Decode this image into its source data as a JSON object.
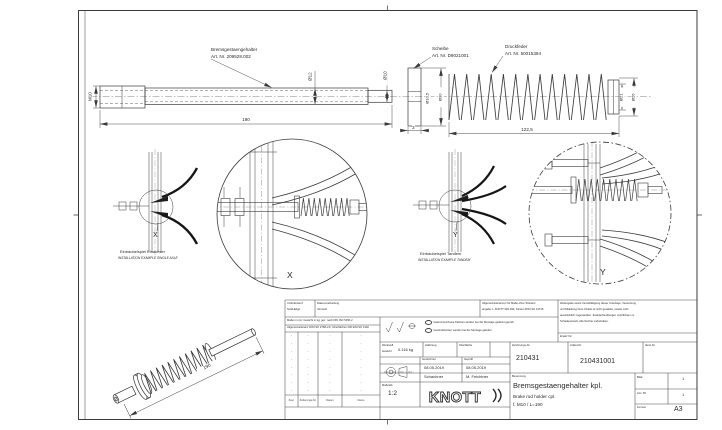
{
  "callouts": {
    "rod_name": "Bremsgestaengehalter",
    "rod_art": "Art. Nr. 209528.002",
    "washer_name": "Scheibe",
    "washer_art": "Art. Nr. D9021001",
    "spring_name": "Druckfeder",
    "spring_art": "Art. Nr. 50015394"
  },
  "dims": {
    "thread": "M10",
    "rod_dia": "Ø12",
    "rod_len": "190",
    "tip_dia": "Ø10",
    "washer_id": "Ø10,5",
    "washer_od": "Ø30",
    "washer_thk": "3",
    "spring_id": "Ø21",
    "spring_od": "Ø26",
    "spring_len": "122,5",
    "iso_len": "190"
  },
  "details": {
    "x": "X",
    "y": "Y",
    "single_de": "Einbaubeispiel Einachser",
    "single_en": "INSTALLATION EXAMPLE SINGLE AXLE",
    "tandem_de": "Einbaubeispiel Tandem",
    "tandem_en": "INSTALLATION EXAMPLE TANDEM"
  },
  "titleblock": {
    "cad_1": "CAD-Entwurf",
    "cad_2": "Solid-Edge",
    "data_1": "Datenverarbeitung",
    "data_2": "Vermerk",
    "note_row_1": "Maße in mm; Gewicht in kg; gez. nach DIN ISO 5456-2",
    "note_row_2": "Allgemeintoleranz DIN ISO 2768-mK; Oberflächen DIN EN ISO 1302",
    "tol_1": "Allgemeintoleranzen für Maße ohne Toleranz-",
    "tol_2": "angabe n. KNOTT WN-034; Kanten DIN ISO 13715",
    "assembly_note_1": "Gekennzeichnete Flächen werden bei der Montage gedeckt geprüft",
    "assembly_note_2": "Gewindebolzen werden bei der Montage gefettet",
    "copy_1": "Weitergabe sowie Vervielfältigung dieser Unterlage, Verwertung",
    "copy_2": "und Mitteilung ihres Inhalts ist nicht gestattet, soweit nicht",
    "copy_3": "ausdrücklich zugestanden. Zuwiderhandlungen verpflichten zu",
    "copy_4": "Schadenersatz. Alle Rechte vorbehalten.",
    "replacement": "Ersatz für:",
    "material_label": "Werkstoff",
    "weight_label": "Gewicht",
    "weight_value": "0.116 kg",
    "semi_label": "Halbzeug",
    "surface_label": "Oberfläche",
    "drawn_label": "Gezeichnet",
    "checked_label": "Geprüft",
    "drawn_date": "08.05.2019",
    "checked_date": "08.05.2019",
    "drawn_name": "Schachner",
    "checked_name": "M. Feichtner",
    "scale_label": "Maßstab",
    "scale_value": "1:2",
    "brand": "KNOTT",
    "drawing_no_label": "Zeichnungs-Nr.",
    "drawing_no": "210431",
    "article_no_label": "Artikel-Nr.",
    "article_no": "210431001",
    "ident_label": "Ident-Nr.",
    "name_label": "Benennung",
    "title_de": "Bremsgestaengehalter kpl.",
    "title_en": "Brake rod holder cpl.",
    "title_spec": "f. M10 / L=190",
    "sheet_label": "Blatt",
    "sheet_value": "1",
    "sheets_label": "Anz. Bl.",
    "sheets_value": "1",
    "format_label": "Format",
    "format_value": "A3",
    "rev_header": [
      "Zust.",
      "Änderungs-Nr.",
      "Datum",
      "Name"
    ],
    "rev_dash": "-",
    "revision_rows": 8
  }
}
